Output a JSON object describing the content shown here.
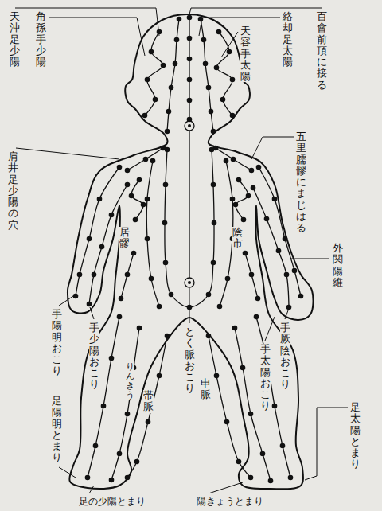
{
  "diagram": {
    "labels": [
      "天沖足少陽",
      "角孫手少陽",
      "天容手太陽",
      "絡却足太陽",
      "百會前頂に接る",
      "肩井足少陽の穴",
      "居髎",
      "五里臑髎にまじはる",
      "陰市",
      "外関陽維",
      "手陽明おこり",
      "手少陽おこり",
      "とく脈おこり",
      "りんきう",
      "帯脈",
      "申脈",
      "手厥陰おこり",
      "手太陽おこり",
      "足陽明とまり",
      "足の少陽とまり",
      "陽きょうとまり",
      "足太陽とまり"
    ]
  }
}
